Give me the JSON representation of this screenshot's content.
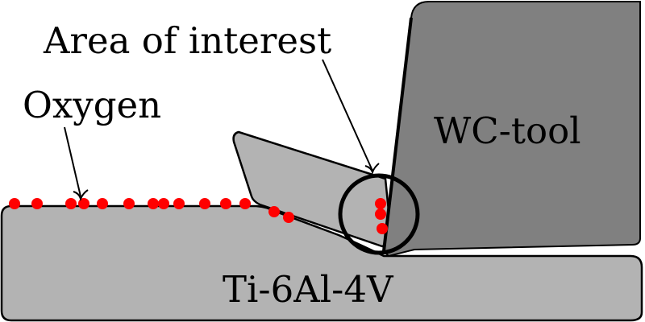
{
  "labels": {
    "area_of_interest": "Area of interest",
    "oxygen": "Oxygen",
    "tool": "WC-tool",
    "workpiece": "Ti-6Al-4V"
  },
  "colors": {
    "workpiece": "#b3b3b3",
    "chip": "#b3b3b3",
    "tool": "#808080",
    "oxygen": "#ff0000",
    "outline": "#000000",
    "background": "#ffffff"
  }
}
